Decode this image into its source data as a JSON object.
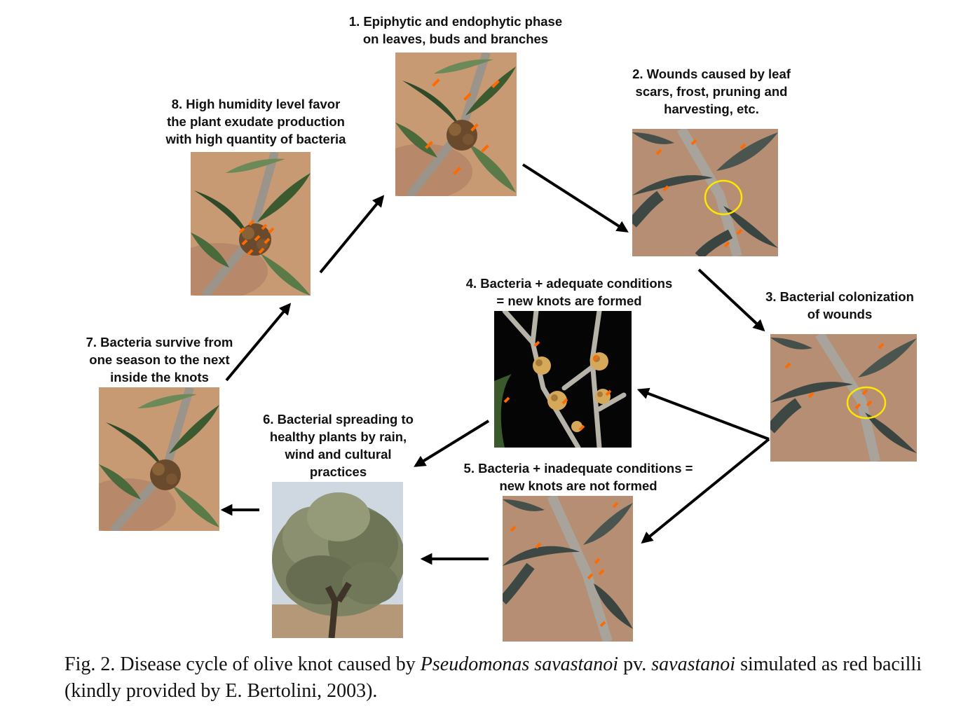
{
  "steps": [
    {
      "id": 1,
      "label": "1. Epiphytic and endophytic phase\non leaves, buds and branches",
      "photo": "twig-with-knot"
    },
    {
      "id": 2,
      "label": "2. Wounds caused by leaf\nscars, frost, pruning and\nharvesting, etc.",
      "photo": "twig-with-wound"
    },
    {
      "id": 3,
      "label": "3. Bacterial colonization\nof wounds",
      "photo": "twig-with-colonized-wound"
    },
    {
      "id": 4,
      "label": "4. Bacteria + adequate conditions\n= new knots are formed",
      "photo": "branch-with-knots"
    },
    {
      "id": 5,
      "label": "5. Bacteria + inadequate conditions =\nnew knots are not formed",
      "photo": "twig-without-knots"
    },
    {
      "id": 6,
      "label": "6. Bacterial spreading to\nhealthy plants by rain,\nwind and cultural\npractices",
      "photo": "olive-tree"
    },
    {
      "id": 7,
      "label": "7. Bacteria survive from\none season to the next\ninside the knots",
      "photo": "twig-with-knot"
    },
    {
      "id": 8,
      "label": "8. High humidity level favor\nthe plant exudate production\nwith high quantity of bacteria",
      "photo": "twig-with-knot-and-bacteria"
    }
  ],
  "caption": {
    "prefix": "Fig. 2. Disease cycle of olive knot caused by ",
    "species": "Pseudomonas savastanoi",
    "mid": " pv. ",
    "pathovar": "savastanoi",
    "suffix": " simulated as red bacilli (kindly provided by E. Bertolini, 2003)."
  },
  "colors": {
    "bacilli": "#ff6a00",
    "highlight": "#ffe600",
    "arrow": "#000000"
  }
}
